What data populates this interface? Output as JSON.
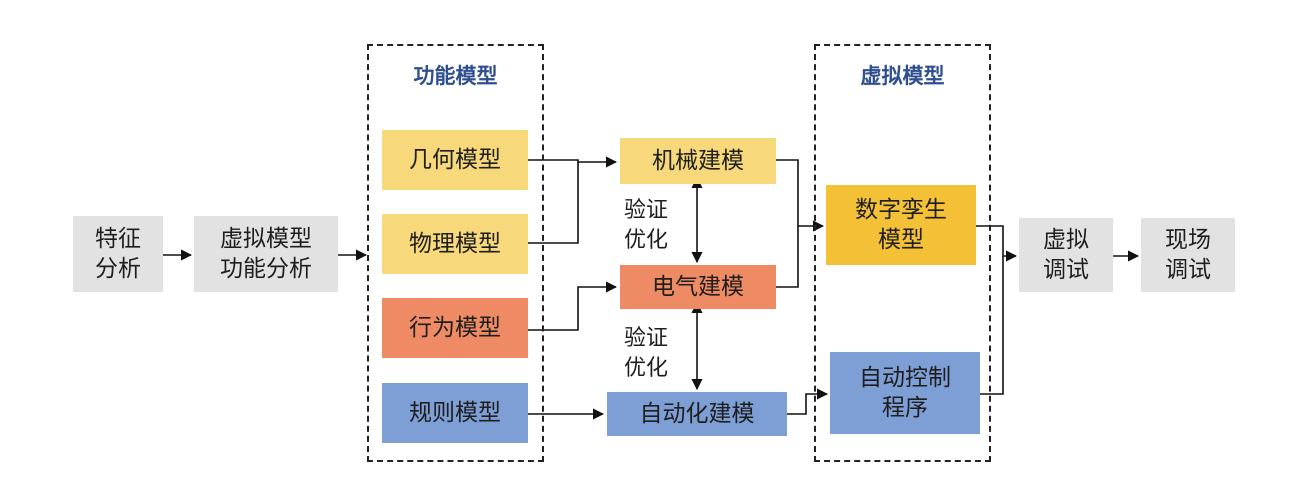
{
  "groups": {
    "functional": "功能模型",
    "virtual": "虚拟模型"
  },
  "nodes": {
    "feature_analysis": [
      "特征",
      "分析"
    ],
    "virtual_function_analysis": [
      "虚拟模型",
      "功能分析"
    ],
    "geometric_model": "几何模型",
    "physical_model": "物理模型",
    "behavior_model": "行为模型",
    "rule_model": "规则模型",
    "mechanical_modeling": "机械建模",
    "electrical_modeling": "电气建模",
    "automation_modeling": "自动化建模",
    "digital_twin_model": [
      "数字孪生",
      "模型"
    ],
    "automation_control_program": [
      "自动控制",
      "程序"
    ],
    "virtual_debugging": [
      "虚拟",
      "调试"
    ],
    "onsite_debugging": [
      "现场",
      "调试"
    ]
  },
  "notes": {
    "verify_optimize_1": [
      "验证",
      "优化"
    ],
    "verify_optimize_2": [
      "验证",
      "优化"
    ]
  },
  "colors": {
    "gray": "#e2e2e2",
    "yellow": "#f7d87a",
    "gold": "#f4c136",
    "orange": "#ef8b64",
    "blue": "#7e9ed6",
    "title": "#2f4f8f"
  }
}
